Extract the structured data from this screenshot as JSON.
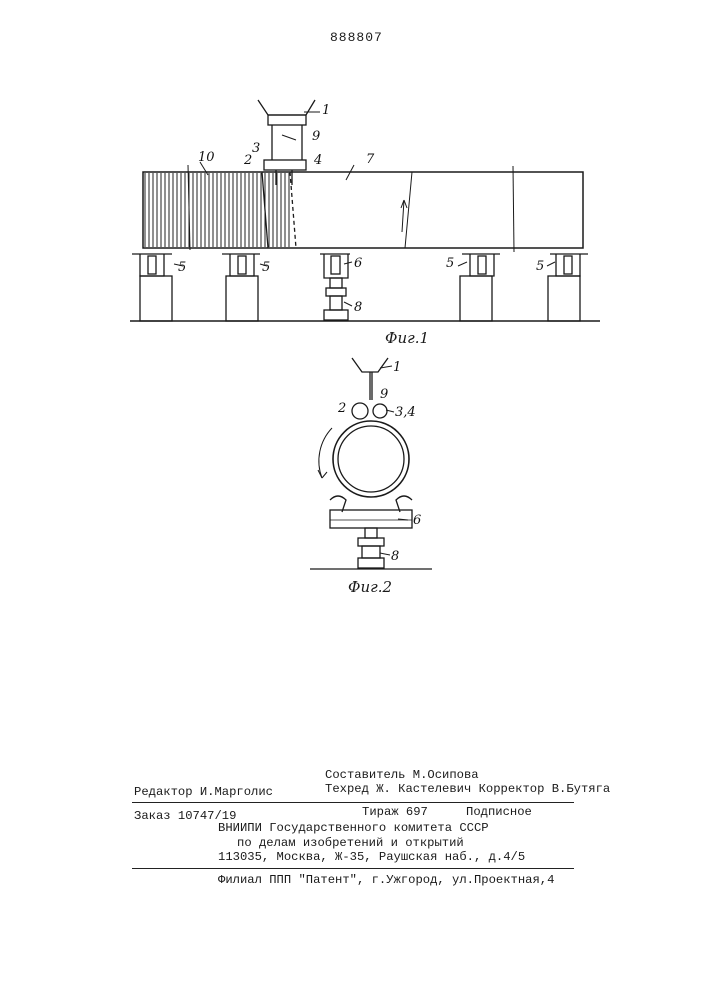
{
  "patent_number": "888807",
  "figure1": {
    "caption": "Фиг.1",
    "labels": {
      "l1": "1",
      "l9": "9",
      "l10": "10",
      "l3": "3",
      "l2": "2",
      "l4": "4",
      "l7": "7",
      "l5": "5",
      "l6": "6",
      "l8": "8"
    }
  },
  "figure2": {
    "caption": "Фиг.2",
    "labels": {
      "l1": "1",
      "l9": "9",
      "l2": "2",
      "l34": "3,4",
      "l6": "6",
      "l8": "8"
    }
  },
  "imprint": {
    "line1": "Составитель М.Осипова",
    "editor": "Редактор И.Марголис",
    "line2": "Техред Ж. Кастелевич Корректор В.Бутяга",
    "order": "Заказ 10747/19",
    "circulation": "Тираж 697",
    "subscription": "Подписное",
    "org1": "ВНИИПИ Государственного комитета СССР",
    "org2": "по делам изобретений и открытий",
    "address": "113035, Москва, Ж-35, Раушская наб., д.4/5",
    "branch": "Филиал ППП \"Патент\", г.Ужгород, ул.Проектная,4"
  }
}
